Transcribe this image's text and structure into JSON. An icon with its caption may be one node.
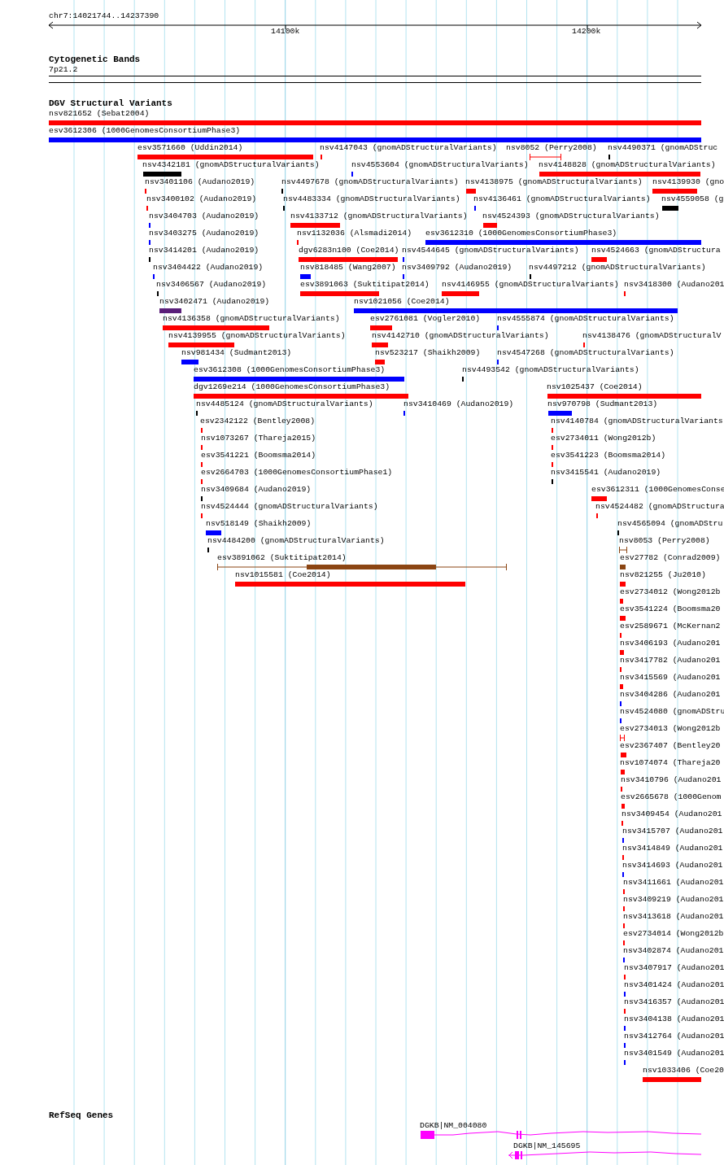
{
  "diagram": {
    "nodes": [
      {
        "text": [
          "nsv821652 (Sebat2004)"
        ]
      },
      {
        "text": [
          "esv3612306 (1000GenomesConsortiumPhase3)"
        ]
      },
      {
        "text": [
          "esv3571660 (Uddin2014)"
        ]
      },
      {
        "text": [
          "nsv4147043 (gnomADStructuralVariants)"
        ]
      },
      {
        "text": [
          "nsv8052 (Perry2008)"
        ]
      },
      {
        "text": [
          "nsv4490371 (gnomADStruc"
        ]
      },
      {
        "text": [
          "nsv4342181 (gnomADStructuralVariants)"
        ]
      },
      {
        "text": [
          "nsv4553604 (gnomADStructuralVariants)"
        ]
      },
      {
        "text": [
          "nsv4148828 (gnomADStructuralVariants)"
        ]
      },
      {
        "text": [
          "nsv3401106 (Audano2019)"
        ]
      },
      {
        "text": [
          "nsv4497678 (gnomADStructuralVariants)"
        ]
      },
      {
        "text": [
          "nsv4138975 (gnomADStructuralVariants)"
        ]
      },
      {
        "text": [
          "nsv4139930 (gno"
        ]
      },
      {
        "text": [
          "nsv3400102 (Audano2019)"
        ]
      },
      {
        "text": [
          "nsv4483334 (gnomADStructuralVariants)"
        ]
      },
      {
        "text": [
          "nsv4136461 (gnomADStructuralVariants)"
        ]
      },
      {
        "text": [
          "nsv4559058 (g"
        ]
      },
      {
        "text": [
          "nsv3404703 (Audano2019)"
        ]
      },
      {
        "text": [
          "nsv4133712 (gnomADStructuralVariants)"
        ]
      },
      {
        "text": [
          "nsv4524393 (gnomADStructuralVariants)"
        ]
      },
      {
        "text": [
          "nsv3403275 (Audano2019)"
        ]
      },
      {
        "text": [
          "nsv1132036 (Alsmadi2014)"
        ]
      },
      {
        "text": [
          "esv3612310 (1000GenomesConsortiumPhase3)"
        ]
      },
      {
        "text": [
          "nsv3414201 (Audano2019)"
        ]
      },
      {
        "text": [
          "dgv6283n100 (Coe2014)"
        ]
      },
      {
        "text": [
          "nsv4544645 (gnomADStructuralVariants)"
        ]
      },
      {
        "text": [
          "nsv4524663 (gnomADStructura"
        ]
      },
      {
        "text": [
          "nsv3404422 (Audano2019)"
        ]
      },
      {
        "text": [
          "nsv818485 (Wang2007)"
        ]
      },
      {
        "text": [
          "nsv3409792 (Audano2019)"
        ]
      },
      {
        "text": [
          "nsv4497212 (gnomADStructuralVariants)"
        ]
      },
      {
        "text": [
          "nsv3406567 (Audano2019)"
        ]
      },
      {
        "text": [
          "esv3891063 (Suktitipat2014)"
        ]
      },
      {
        "text": [
          "nsv4146955 (gnomADStructuralVariants)"
        ]
      },
      {
        "text": [
          "nsv3418300 (Audano201"
        ]
      },
      {
        "text": [
          "nsv3402471 (Audano2019)"
        ]
      },
      {
        "text": [
          "nsv1021056 (Coe2014)"
        ]
      },
      {
        "text": [
          "nsv4136358 (gnomADStructuralVariants)"
        ]
      },
      {
        "text": [
          "esv2761081 (Vogler2010)"
        ]
      },
      {
        "text": [
          "nsv4555874 (gnomADStructuralVariants)"
        ]
      },
      {
        "text": [
          "nsv4139955 (gnomADStructuralVariants)"
        ]
      },
      {
        "text": [
          "nsv4142710 (gnomADStructuralVariants)"
        ]
      },
      {
        "text": [
          "nsv4138476 (gnomADStructuralV"
        ]
      },
      {
        "text": [
          "nsv981434 (Sudmant2013)"
        ]
      },
      {
        "text": [
          "nsv523217 (Shaikh2009)"
        ]
      },
      {
        "text": [
          "nsv4547268 (gnomADStructuralVariants)"
        ]
      },
      {
        "text": [
          "esv3612308 (1000GenomesConsortiumPhase3)"
        ]
      },
      {
        "text": [
          "nsv4493542 (gnomADStructuralVariants)"
        ]
      },
      {
        "text": [
          "dgv1269e214 (1000GenomesConsortiumPhase3)"
        ]
      },
      {
        "text": [
          "nsv1025437 (Coe2014)"
        ]
      },
      {
        "text": [
          "nsv4485124 (gnomADStructuralVariants)"
        ]
      },
      {
        "text": [
          "nsv3410469 (Audano2019)"
        ]
      },
      {
        "text": [
          "nsv970798 (Sudmant2013)"
        ]
      },
      {
        "text": [
          "esv2342122 (Bentley2008)"
        ]
      },
      {
        "text": [
          "nsv4140784 (gnomADStructuralVariants"
        ]
      },
      {
        "text": [
          "nsv1073267 (Thareja2015)"
        ]
      },
      {
        "text": [
          "esv2734011 (Wong2012b)"
        ]
      },
      {
        "text": [
          "esv3541221 (Boomsma2014)"
        ]
      },
      {
        "text": [
          "esv3541223 (Boomsma2014)"
        ]
      },
      {
        "text": [
          "esv2664703 (1000GenomesConsortiumPhase1)"
        ]
      },
      {
        "text": [
          "nsv3415541 (Audano2019)"
        ]
      },
      {
        "text": [
          "nsv3409684 (Audano2019)"
        ]
      },
      {
        "text": [
          "esv3612311 (1000GenomesConse"
        ]
      },
      {
        "text": [
          "nsv4524444 (gnomADStructuralVariants)"
        ]
      },
      {
        "text": [
          "nsv4524482 (gnomADStructura"
        ]
      },
      {
        "text": [
          "nsv518149 (Shaikh2009)"
        ]
      },
      {
        "text": [
          "nsv4565094 (gnomADStru"
        ]
      },
      {
        "text": [
          "nsv4484200 (gnomADStructuralVariants)"
        ]
      },
      {
        "text": [
          "nsv8053 (Perry2008)"
        ]
      },
      {
        "text": [
          "esv3891062 (Suktitipat2014)"
        ]
      },
      {
        "text": [
          "esv27782 (Conrad2009)"
        ]
      },
      {
        "text": [
          "nsv1015581 (Coe2014)"
        ]
      },
      {
        "text": [
          "nsv821255 (Ju2010)"
        ]
      },
      {
        "text": [
          "esv2734012 (Wong2012b"
        ]
      },
      {
        "text": [
          "esv3541224 (Boomsma20"
        ]
      },
      {
        "text": [
          "esv2589671 (McKernan2"
        ]
      },
      {
        "text": [
          "nsv3406193 (Audano201"
        ]
      },
      {
        "text": [
          "nsv3417782 (Audano201"
        ]
      },
      {
        "text": [
          "nsv3415569 (Audano201"
        ]
      },
      {
        "text": [
          "nsv3404286 (Audano201"
        ]
      },
      {
        "text": [
          "nsv4524080 (gnomADStru"
        ]
      },
      {
        "text": [
          "esv2734013 (Wong2012b"
        ]
      },
      {
        "text": [
          "esv2367407 (Bentley20"
        ]
      },
      {
        "text": [
          "nsv1074074 (Thareja20"
        ]
      },
      {
        "text": [
          "nsv3410796 (Audano201"
        ]
      },
      {
        "text": [
          "esv2665678 (1000Genom"
        ]
      },
      {
        "text": [
          "nsv3409454 (Audano201"
        ]
      },
      {
        "text": [
          "nsv3415707 (Audano201"
        ]
      },
      {
        "text": [
          "nsv3414849 (Audano201"
        ]
      },
      {
        "text": [
          "nsv3414693 (Audano201"
        ]
      },
      {
        "text": [
          "nsv3411661 (Audano201"
        ]
      },
      {
        "text": [
          "nsv3409219 (Audano201"
        ]
      },
      {
        "text": [
          "nsv3413618 (Audano201"
        ]
      },
      {
        "text": [
          "esv2734014 (Wong2012b"
        ]
      },
      {
        "text": [
          "nsv3402874 (Audano201"
        ]
      },
      {
        "text": [
          "nsv3407917 (Audano201"
        ]
      },
      {
        "text": [
          "nsv3401424 (Audano201"
        ]
      },
      {
        "text": [
          "nsv3416357 (Audano201"
        ]
      },
      {
        "text": [
          "nsv3404138 (Audano201"
        ]
      },
      {
        "text": [
          "nsv3412764 (Audano201"
        ]
      },
      {
        "text": [
          "nsv3401549 (Audano201"
        ]
      },
      {
        "text": [
          "nsv1033406 (Coe20"
        ]
      },
      {
        "text": [
          "DGKB|NM_004080"
        ]
      },
      {
        "text": [
          "DGKB|NM_145695"
        ]
      }
    ],
    "labels": [
      "chr7:14021744..14237390",
      "14100k",
      "14200k",
      "Cytogenetic Bands",
      "7p21.2",
      "DGV Structural Variants",
      "RefSeq Genes"
    ]
  }
}
